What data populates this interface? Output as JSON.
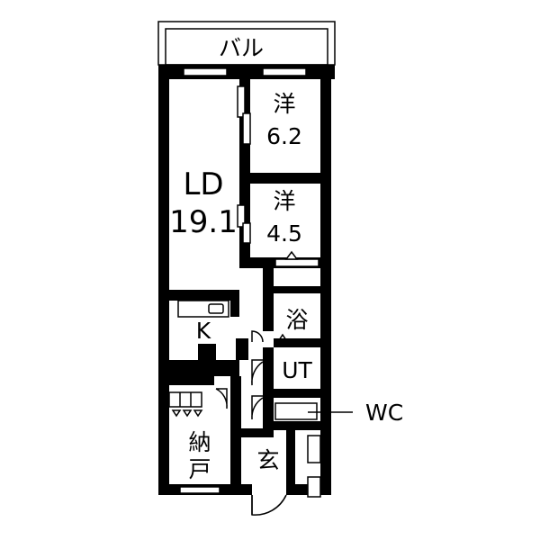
{
  "rooms": {
    "balcony": "バル",
    "ld": {
      "name": "LD",
      "size": "19.1"
    },
    "western1": {
      "name": "洋",
      "size": "6.2"
    },
    "western2": {
      "name": "洋",
      "size": "4.5"
    },
    "kitchen": "K",
    "bath": "浴",
    "utility": "UT",
    "storage": {
      "line1": "納",
      "line2": "戸"
    },
    "entrance": "玄",
    "wc": "WC"
  },
  "colors": {
    "wall": "#000000",
    "background": "#ffffff"
  }
}
